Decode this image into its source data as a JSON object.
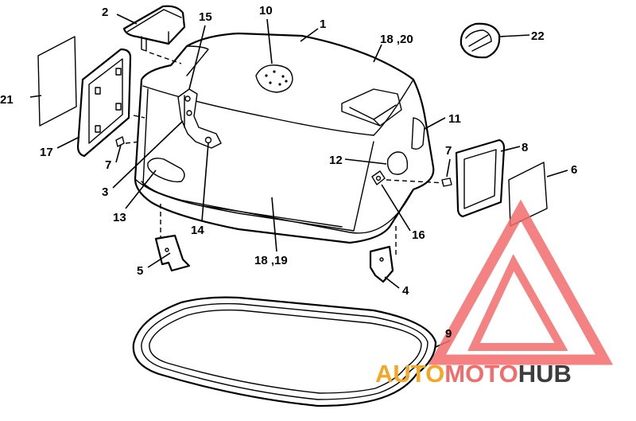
{
  "callouts": {
    "c1": "1",
    "c2": "2",
    "c3": "3",
    "c4": "4",
    "c5": "5",
    "c6": "6",
    "c7a": "7",
    "c7b": "7",
    "c8": "8",
    "c9": "9",
    "c10": "10",
    "c11": "11",
    "c12": "12",
    "c13": "13",
    "c14": "14",
    "c15": "15",
    "c16": "16",
    "c17": "17",
    "c18_19": "18 ,19",
    "c18_20": "18 ,20",
    "c21": "21",
    "c22": "22"
  },
  "watermark": {
    "part1": "AUTO",
    "part2": "MOTO",
    "part3": "HUB",
    "color_red": "#f26c6c",
    "color_orange": "#f5a623",
    "color_dark": "#3d3d3d"
  }
}
